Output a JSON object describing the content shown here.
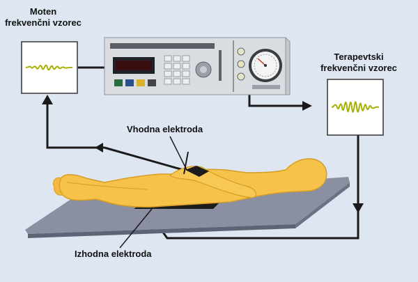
{
  "labels": {
    "moten_line1": "Moten",
    "moten_line2": "frekvenčni vzorec",
    "terapevtski_line1": "Terapevtski",
    "terapevtski_line2": "frekvenčni vzorec",
    "vhodna": "Vhodna elektroda",
    "izhodna": "Izhodna elektroda"
  },
  "colors": {
    "background": "#dde6f1",
    "body": "#f6c24a",
    "body_shadow": "#d79c24",
    "mat": "#8a90a2",
    "mat_dark": "#5e6476",
    "device": "#cfd3d9",
    "wave": "#a7b000",
    "line": "#1a1a1a"
  },
  "icons": {
    "device": "bioresonance-device-icon",
    "dial": "gauge-dial-icon",
    "keypad": "keypad-icon"
  }
}
